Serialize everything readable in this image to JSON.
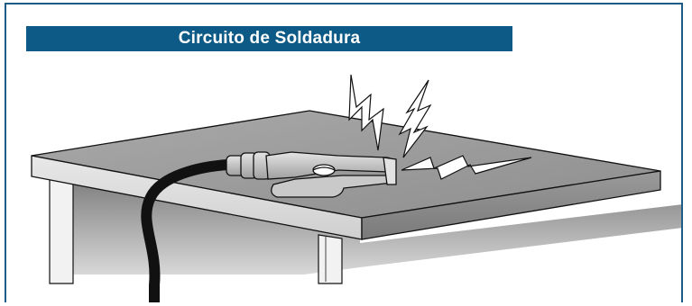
{
  "figure": {
    "title": "Circuito de Soldadura",
    "title_bar_color": "#0d5a86",
    "frame_color": "#1f5c85"
  },
  "illustration": {
    "elements": [
      {
        "name": "work-table",
        "description_id": "table"
      },
      {
        "name": "ground-clamp",
        "description_id": "clamp"
      },
      {
        "name": "welding-cable",
        "description_id": "cable"
      },
      {
        "name": "spark",
        "description_id": "spark"
      }
    ]
  }
}
